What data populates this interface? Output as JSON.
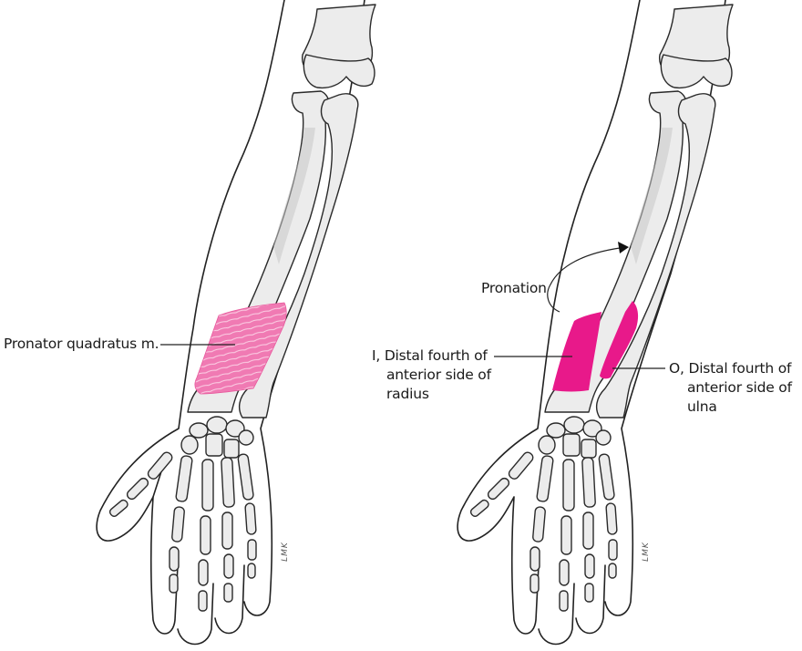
{
  "figure": {
    "panels": [
      {
        "id": "left",
        "description": "Anterior view of right forearm and hand bones showing pronator quadratus muscle",
        "labels": [
          {
            "text": "Pronator quadratus m.",
            "target": "pronator-quadratus-muscle"
          }
        ],
        "signature": "LMK"
      },
      {
        "id": "right",
        "description": "Anterior view of forearm bones showing origin and insertion of pronator quadratus with pronation arrow",
        "labels": [
          {
            "text": "Pronation",
            "target": "pronation-arrow"
          },
          {
            "lines": [
              "I, Distal fourth of",
              "anterior side of",
              "radius"
            ],
            "target": "insertion-area-radius"
          },
          {
            "lines": [
              "O, Distal fourth of",
              "anterior side of",
              "ulna"
            ],
            "target": "origin-area-ulna"
          }
        ],
        "signature": "LMK"
      }
    ],
    "colors": {
      "muscle": "#f06aa8",
      "attachment": "#e8198a",
      "bone": "#ececec",
      "outline": "#222222"
    }
  }
}
